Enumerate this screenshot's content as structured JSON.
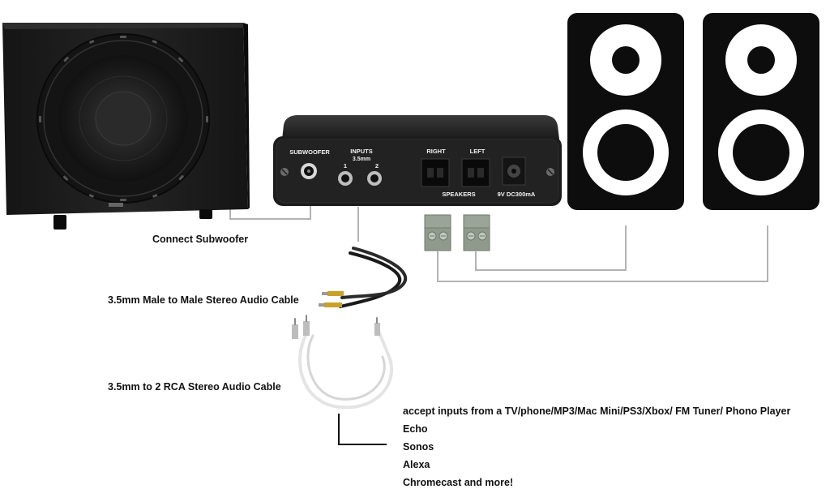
{
  "colors": {
    "wire": "#b3b3b3",
    "speaker_body": "#0d0d0d",
    "speaker_ring": "#ffffff",
    "amp_body": "#1e1e1e",
    "sub_body": "#1c1c1c",
    "leader_line": "#111111",
    "terminal_green": "#8f9a8c"
  },
  "amp_panel": {
    "subwoofer_label": "SUBWOOFER",
    "inputs_label": "INPUTS",
    "inputs_sub_label": "3.5mm",
    "input_1_label": "1",
    "input_2_label": "2",
    "right_label": "RIGHT",
    "left_label": "LEFT",
    "speakers_label": "SPEAKERS",
    "power_label": "9V DC300mA"
  },
  "captions": {
    "connect_subwoofer": "Connect Subwoofer",
    "stereo_cable": "3.5mm Male to Male Stereo Audio Cable",
    "rca_cable": "3.5mm to 2 RCA Stereo Audio Cable"
  },
  "input_sources": [
    "accept inputs from a TV/phone/MP3/Mac Mini/PS3/Xbox/ FM Tuner/ Phono Player",
    "Echo",
    "Sonos",
    "Alexa",
    "Chromecast  and more!"
  ]
}
